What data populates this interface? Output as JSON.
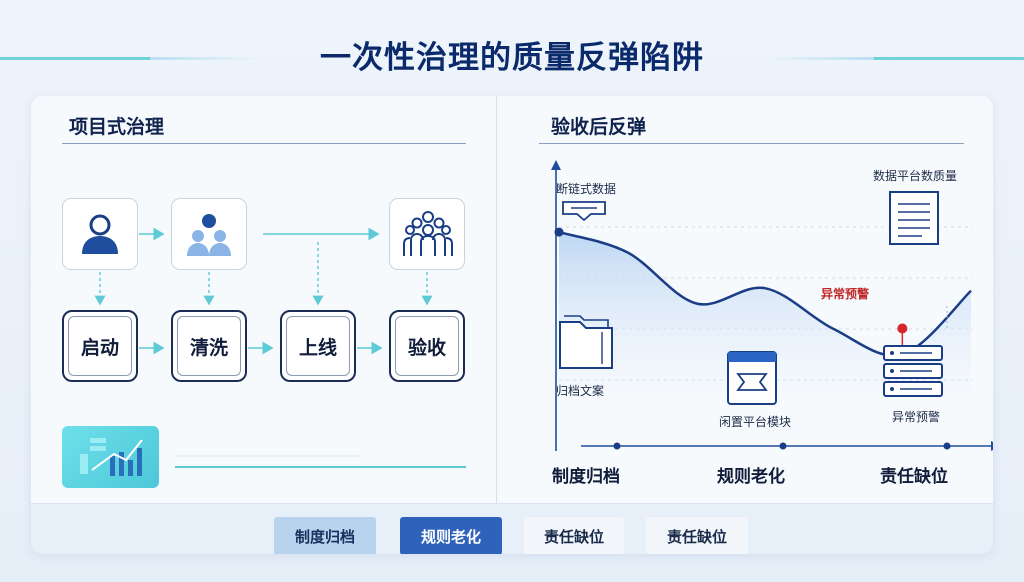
{
  "page": {
    "title": "一次性治理的质量反弹陷阱"
  },
  "left": {
    "title": "项目式治理",
    "steps": [
      "启动",
      "清洗",
      "上线",
      "验收"
    ]
  },
  "right": {
    "title": "验收后反弹",
    "annotations": {
      "top_left": "断链式数据",
      "top_right": "数据平台数质量",
      "mid_left": "归档文案",
      "bottom_center": "闲置平台模块",
      "warning_point": "异常预警",
      "bottom_right": "异常预警"
    },
    "axis_labels": [
      "制度归档",
      "规则老化",
      "责任缺位"
    ]
  },
  "tabs": [
    {
      "label": "制度归档",
      "state": "light"
    },
    {
      "label": "规则老化",
      "state": "active"
    },
    {
      "label": "责任缺位",
      "state": "plain"
    },
    {
      "label": "责任缺位",
      "state": "plain"
    }
  ],
  "colors": {
    "navy": "#0b2a6b",
    "accent": "#1f56b5",
    "teal": "#5dcad6",
    "warning": "#d7262b"
  },
  "chart_data": {
    "type": "line",
    "title": "验收后反弹",
    "x": [
      0,
      1,
      2,
      3,
      4,
      5,
      6
    ],
    "y": [
      0.78,
      0.7,
      0.5,
      0.56,
      0.4,
      0.3,
      0.55
    ],
    "x_ticks": [
      "制度归档",
      "规则老化",
      "责任缺位"
    ],
    "marked_points": [
      {
        "x": 0,
        "label": "断链式数据"
      },
      {
        "x": 5,
        "label": "异常预警"
      }
    ]
  }
}
